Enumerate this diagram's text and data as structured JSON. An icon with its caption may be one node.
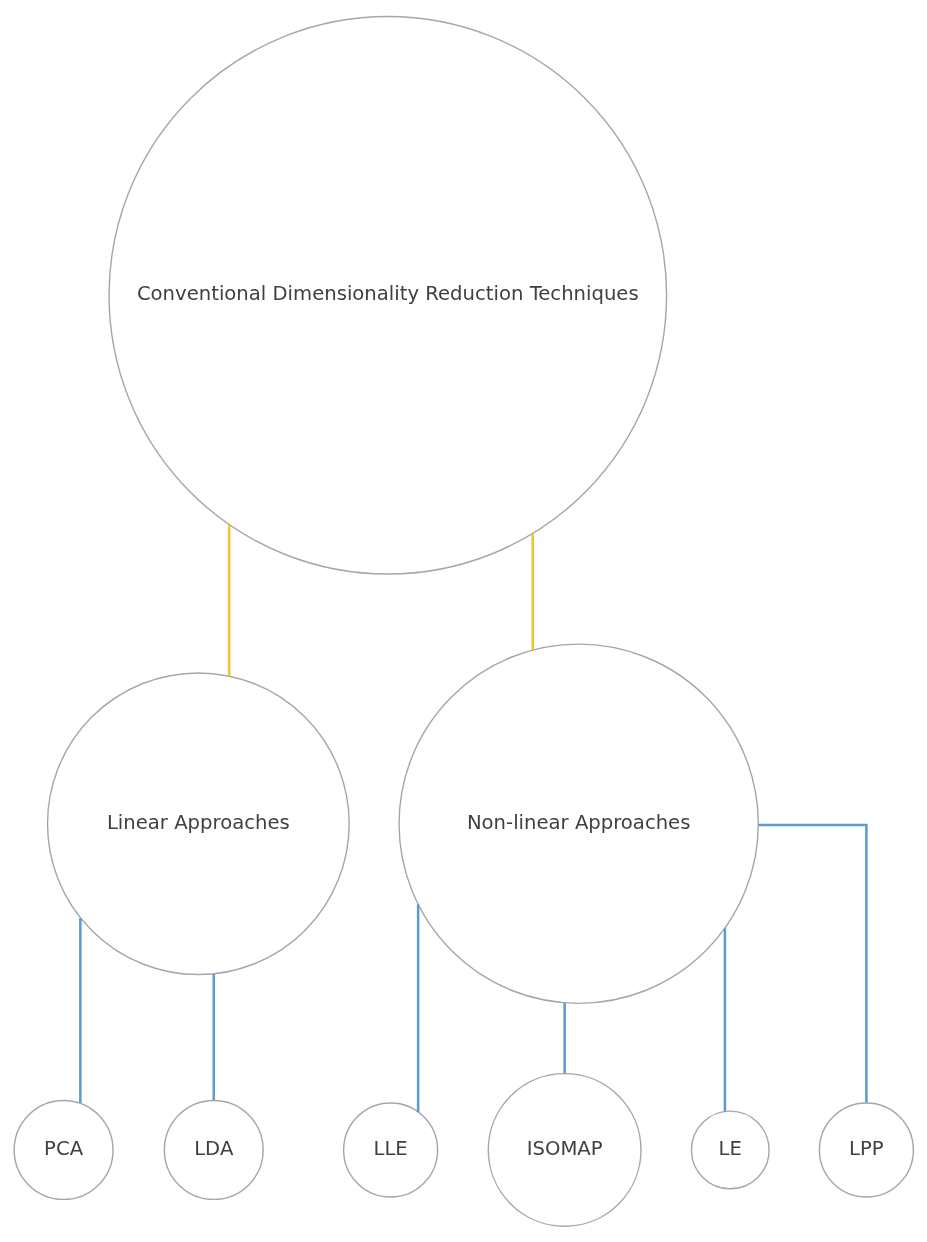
{
  "diagram": {
    "nodes": [
      {
        "text": [
          "Conventional Dimensionality Reduction Techniques"
        ]
      },
      {
        "text": [
          "Linear Approaches"
        ]
      },
      {
        "text": [
          "Non-linear Approaches"
        ]
      },
      {
        "text": [
          "PCA"
        ]
      },
      {
        "text": [
          "LDA"
        ]
      },
      {
        "text": [
          "LLE"
        ]
      },
      {
        "text": [
          "ISOMAP"
        ]
      },
      {
        "text": [
          "LE"
        ]
      },
      {
        "text": [
          "LPP"
        ]
      }
    ],
    "edges": [
      {
        "from": 0,
        "to": 1,
        "arrow": "none",
        "color": "#f2c12e"
      },
      {
        "from": 0,
        "to": 2,
        "arrow": "none",
        "color": "#f2c12e"
      },
      {
        "from": 1,
        "to": 3,
        "arrow": "none"
      },
      {
        "from": 1,
        "to": 4,
        "arrow": "none"
      },
      {
        "from": 2,
        "to": 5,
        "arrow": "none"
      },
      {
        "from": 2,
        "to": 6,
        "arrow": "none"
      },
      {
        "from": 2,
        "to": 7,
        "arrow": "none"
      },
      {
        "from": 2,
        "to": 8,
        "arrow": "none"
      }
    ]
  }
}
